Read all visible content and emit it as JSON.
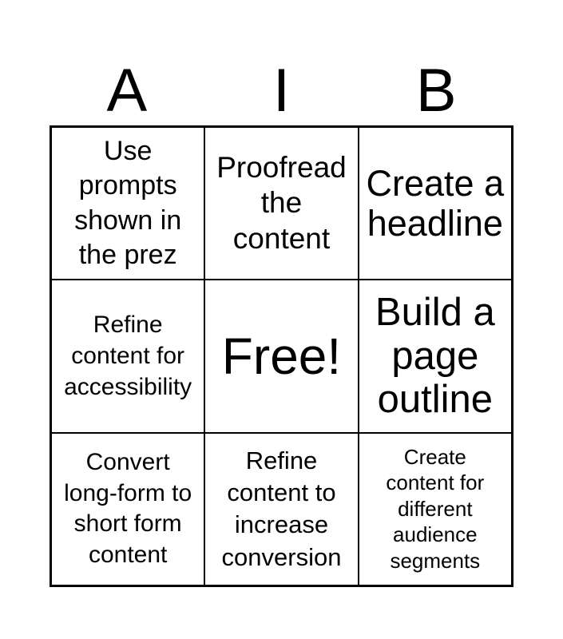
{
  "header": {
    "letters": [
      "A",
      "I",
      "B"
    ]
  },
  "grid": {
    "rows": [
      [
        "Use\nprompts\nshown in\nthe prez",
        "Proofread\nthe\ncontent",
        "Create a\nheadline"
      ],
      [
        "Refine\ncontent for\naccessibility",
        "Free!",
        "Build a\npage\noutline"
      ],
      [
        "Convert\nlong-form to\nshort form\ncontent",
        "Refine\ncontent to\nincrease\nconversion",
        "Create\ncontent for\ndifferent\naudience\nsegments"
      ]
    ]
  },
  "colors": {
    "text": "#000000",
    "border": "#000000",
    "background": "#ffffff"
  }
}
